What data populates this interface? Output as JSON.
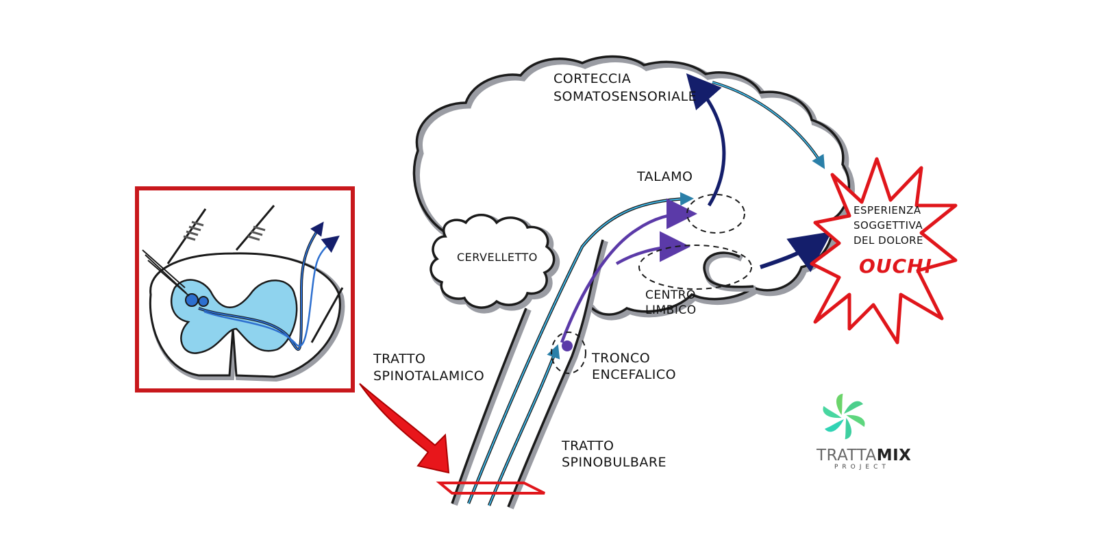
{
  "labels": {
    "cortex_line1": "CORTECCIA",
    "cortex_line2": "SOMATOSENSORIALE",
    "thalamus": "TALAMO",
    "cerebellum": "CERVELLETTO",
    "limbic_line1": "CENTRO",
    "limbic_line2": "LIMBICO",
    "brainstem_line1": "TRONCO",
    "brainstem_line2": "ENCEFALICO",
    "spinothalamic_line1": "TRATTO",
    "spinothalamic_line2": "SPINOTALAMICO",
    "spinobulbar_line1": "TRATTO",
    "spinobulbar_line2": "SPINOBULBARE",
    "pain_line1": "ESPERIENZA",
    "pain_line2": "SOGGETTIVA",
    "pain_line3": "DEL DOLORE",
    "exclamation": "OUCH!"
  },
  "logo": {
    "brand_light": "TRATTA",
    "brand_bold": "MIX",
    "subtitle": "PROJECT"
  },
  "colors": {
    "outline": "#1a1a1a",
    "shadow": "#9a9ca3",
    "cyan_tract": "#3fb6e6",
    "purple_tract": "#5b3aa8",
    "navy_tract": "#141e6b",
    "gray_matter": "#8fd3ee",
    "red_accent": "#e0161b",
    "logo_green": "#4ccf8c"
  }
}
